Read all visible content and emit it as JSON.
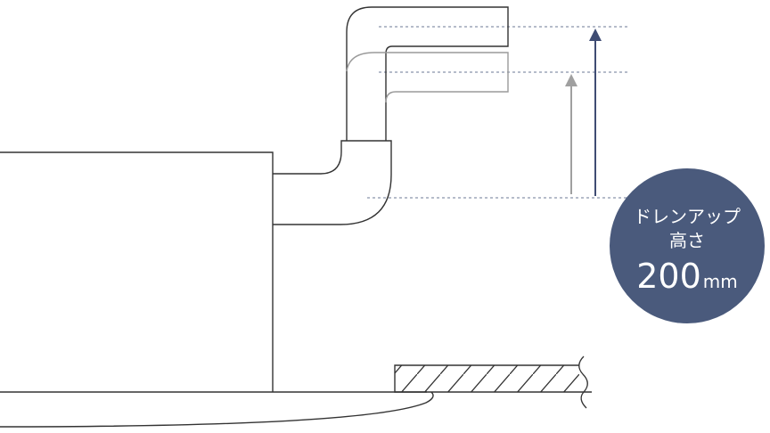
{
  "badge": {
    "line1": "ドレンアップ",
    "line2": "高さ",
    "value": "200",
    "unit": "mm",
    "color": "#4a5a7c"
  },
  "colors": {
    "line": "#333333",
    "pipe_raised": "#333333",
    "pipe_lowered": "#9a9a9a",
    "arrow_main": "#3f4c73",
    "arrow_secondary": "#a0a0a0",
    "guide": "#6b7896"
  }
}
